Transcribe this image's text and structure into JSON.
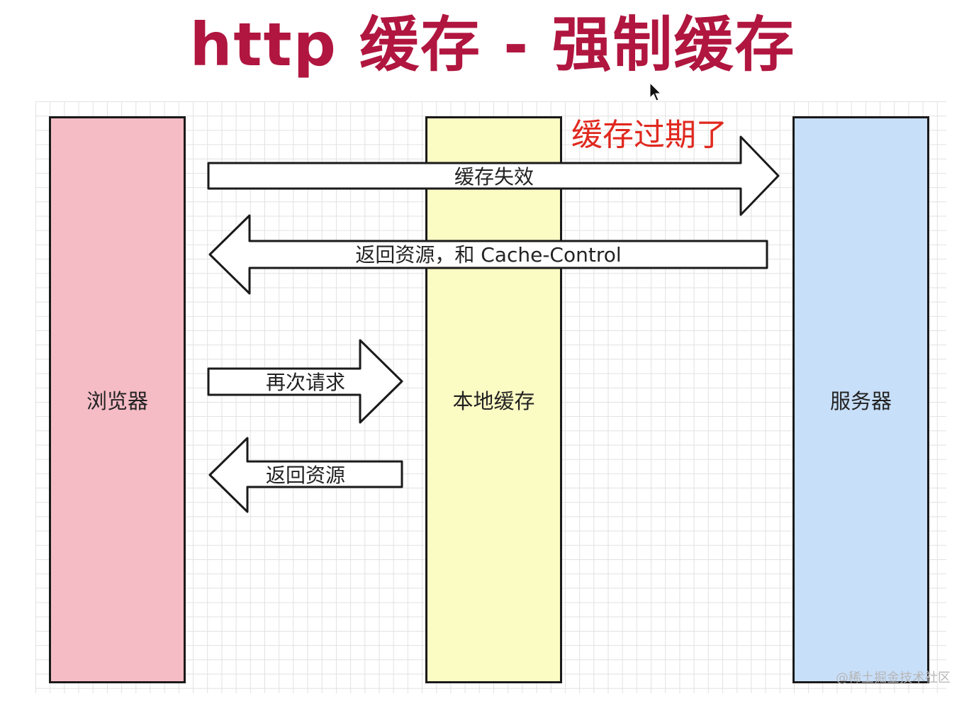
{
  "title": "http 缓存 - 强制缓存",
  "columns": {
    "browser": "浏览器",
    "local_cache": "本地缓存",
    "server": "服务器"
  },
  "colors": {
    "title": "#b0163f",
    "browser": "#f5bcc6",
    "local_cache": "#fbfbc4",
    "server": "#c8dffa",
    "annotation": "#e0281e"
  },
  "arrows": [
    {
      "label": "缓存失效",
      "direction": "right"
    },
    {
      "label": "返回资源，和 Cache-Control",
      "direction": "left"
    },
    {
      "label": "再次请求",
      "direction": "right"
    },
    {
      "label": "返回资源",
      "direction": "left"
    }
  ],
  "annotation": "缓存过期了",
  "watermark": "@稀土掘金技术社区"
}
